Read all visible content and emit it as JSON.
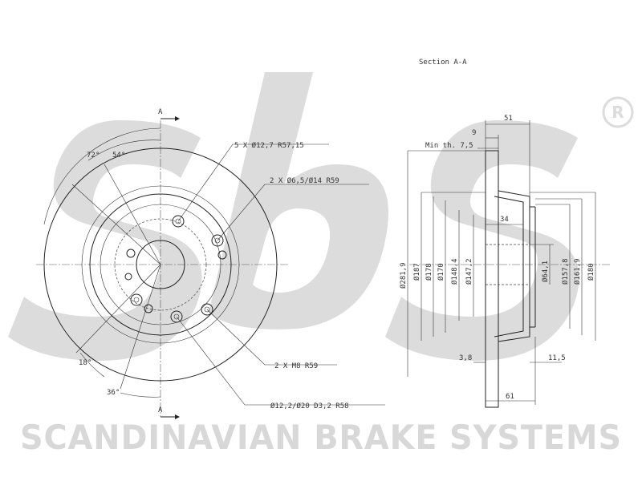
{
  "logo": {
    "text": "sbs",
    "registered_mark": "R"
  },
  "brand_name": "SCANDINAVIAN BRAKE SYSTEMS",
  "section_title": "Section A-A",
  "cut_markers": {
    "top": "A",
    "bottom": "A"
  },
  "front_view": {
    "angle_72": "72°",
    "angle_54": "54°",
    "angle_18": "18°",
    "angle_36": "36°",
    "note_bolts": "5 X Ø12,7   R57,15",
    "note_holes": "2 X Ø6,5/Ø14   R59",
    "note_threads": "2 X M8   R59",
    "note_center": "Ø12,2/Ø20 D3,2   R58"
  },
  "section_view": {
    "dim_51_top": "51",
    "dim_9": "9",
    "min_thickness": "Min th. 7,5",
    "dim_34": "34",
    "d_281_9": "Ø281,9",
    "d_187": "Ø187",
    "d_178": "Ø178",
    "d_170": "Ø170",
    "d_148_4": "Ø148,4",
    "d_147_2": "Ø147,2",
    "d_64_1": "Ø64,1",
    "d_157_8": "Ø157,8",
    "d_161_9": "Ø161,9",
    "d_180": "Ø180",
    "dim_3_8": "3,8",
    "dim_11_5": "11,5",
    "dim_61": "61"
  },
  "colors": {
    "watermark": "#d8d8d8",
    "lines": "#222222",
    "text": "#333333"
  }
}
